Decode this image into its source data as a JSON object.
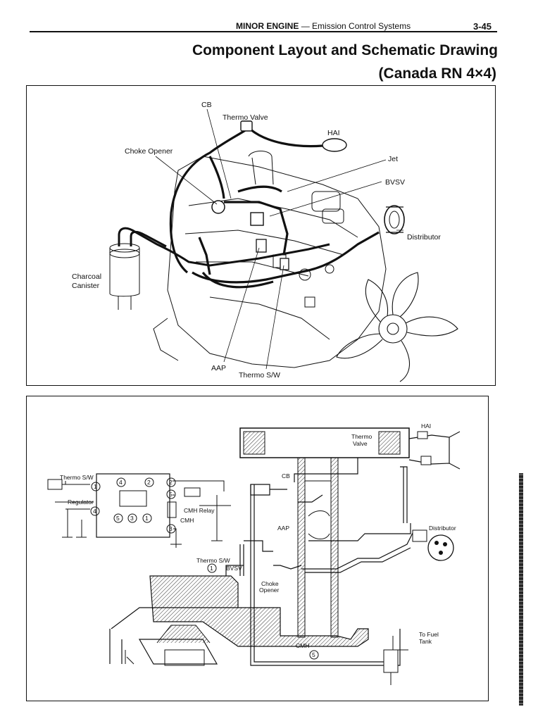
{
  "header": {
    "section": "MINOR ENGINE",
    "separator": "—",
    "subsection": "Emission Control Systems",
    "page_number": "3-45"
  },
  "title": {
    "line1": "Component Layout and Schematic Drawing",
    "line2": "(Canada RN 4×4)"
  },
  "layout_diagram": {
    "labels": {
      "cb": "CB",
      "thermo_valve": "Thermo Valve",
      "hai": "HAI",
      "choke_opener": "Choke Opener",
      "jet": "Jet",
      "bvsv": "BVSV",
      "distributor": "Distributor",
      "charcoal": "Charcoal",
      "canister": "Canister",
      "aap": "AAP",
      "thermo_sw": "Thermo S/W"
    }
  },
  "schematic_diagram": {
    "labels": {
      "hai": "HAI",
      "thermo": "Thermo",
      "valve": "Valve",
      "thermo_sw_top": "Thermo S/W",
      "regulator": "Regulator",
      "cb": "CB",
      "cmh_relay": "CMH Relay",
      "cmh_left": "CMH",
      "aap": "AAP",
      "distributor": "Distributor",
      "thermo_sw_mid": "Thermo S/W",
      "bvsv": "BVSV",
      "choke": "Choke",
      "opener": "Opener",
      "to_fuel": "To Fuel",
      "tank": "Tank",
      "cmh_bottom": "CMH"
    },
    "terminals": [
      "1",
      "2",
      "3",
      "4",
      "5"
    ],
    "bottom_terminal": "5",
    "thermo_sw_terminal": "1"
  }
}
